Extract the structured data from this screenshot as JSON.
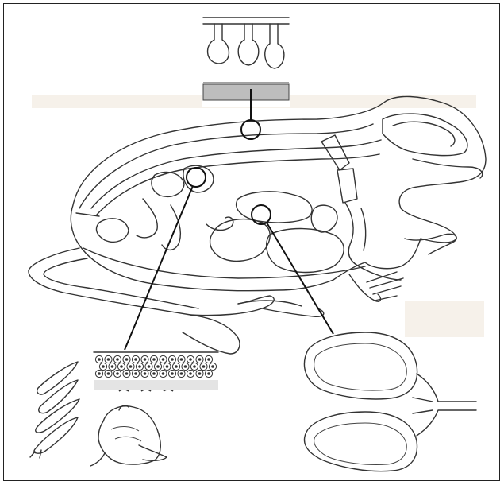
{
  "figure": {
    "subject": "frog",
    "insets": [
      {
        "name": "skin-section-detail"
      },
      {
        "name": "ovary-eggs-detail"
      },
      {
        "name": "lung-detail"
      },
      {
        "name": "tadpole-development"
      },
      {
        "name": "adult-frog"
      }
    ]
  },
  "colors": {
    "line": "#333333",
    "pointer": "#111111",
    "background": "#ffffff"
  }
}
